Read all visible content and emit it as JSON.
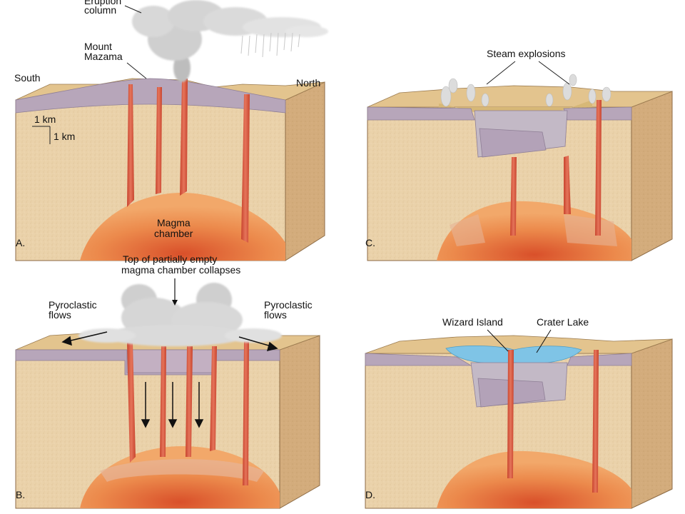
{
  "panels": {
    "a": {
      "letter": "A.",
      "eruption_line1": "Eruption",
      "eruption_line2": "column",
      "mount_line1": "Mount",
      "mount_line2": "Mazama",
      "south": "South",
      "north": "North",
      "scale_h": "1 km",
      "scale_v": "1 km",
      "magma_line1": "Magma",
      "magma_line2": "chamber"
    },
    "b": {
      "letter": "B.",
      "collapse_line1": "Top of partially empty",
      "collapse_line2": "magma chamber collapses",
      "pyro_left_line1": "Pyroclastic",
      "pyro_left_line2": "flows",
      "pyro_right_line1": "Pyroclastic",
      "pyro_right_line2": "flows"
    },
    "c": {
      "letter": "C.",
      "steam": "Steam explosions"
    },
    "d": {
      "letter": "D.",
      "wizard": "Wizard Island",
      "crater": "Crater Lake"
    }
  },
  "colors": {
    "block_front": "#e9cfa6",
    "block_side": "#d3ac7c",
    "surface": "#e3c48e",
    "cap": "#b7a6ba",
    "conduit": "#d7593d",
    "magma": "#ec8a4c",
    "cloud": "#cfcfcf",
    "lake": "#7fc4e6"
  }
}
